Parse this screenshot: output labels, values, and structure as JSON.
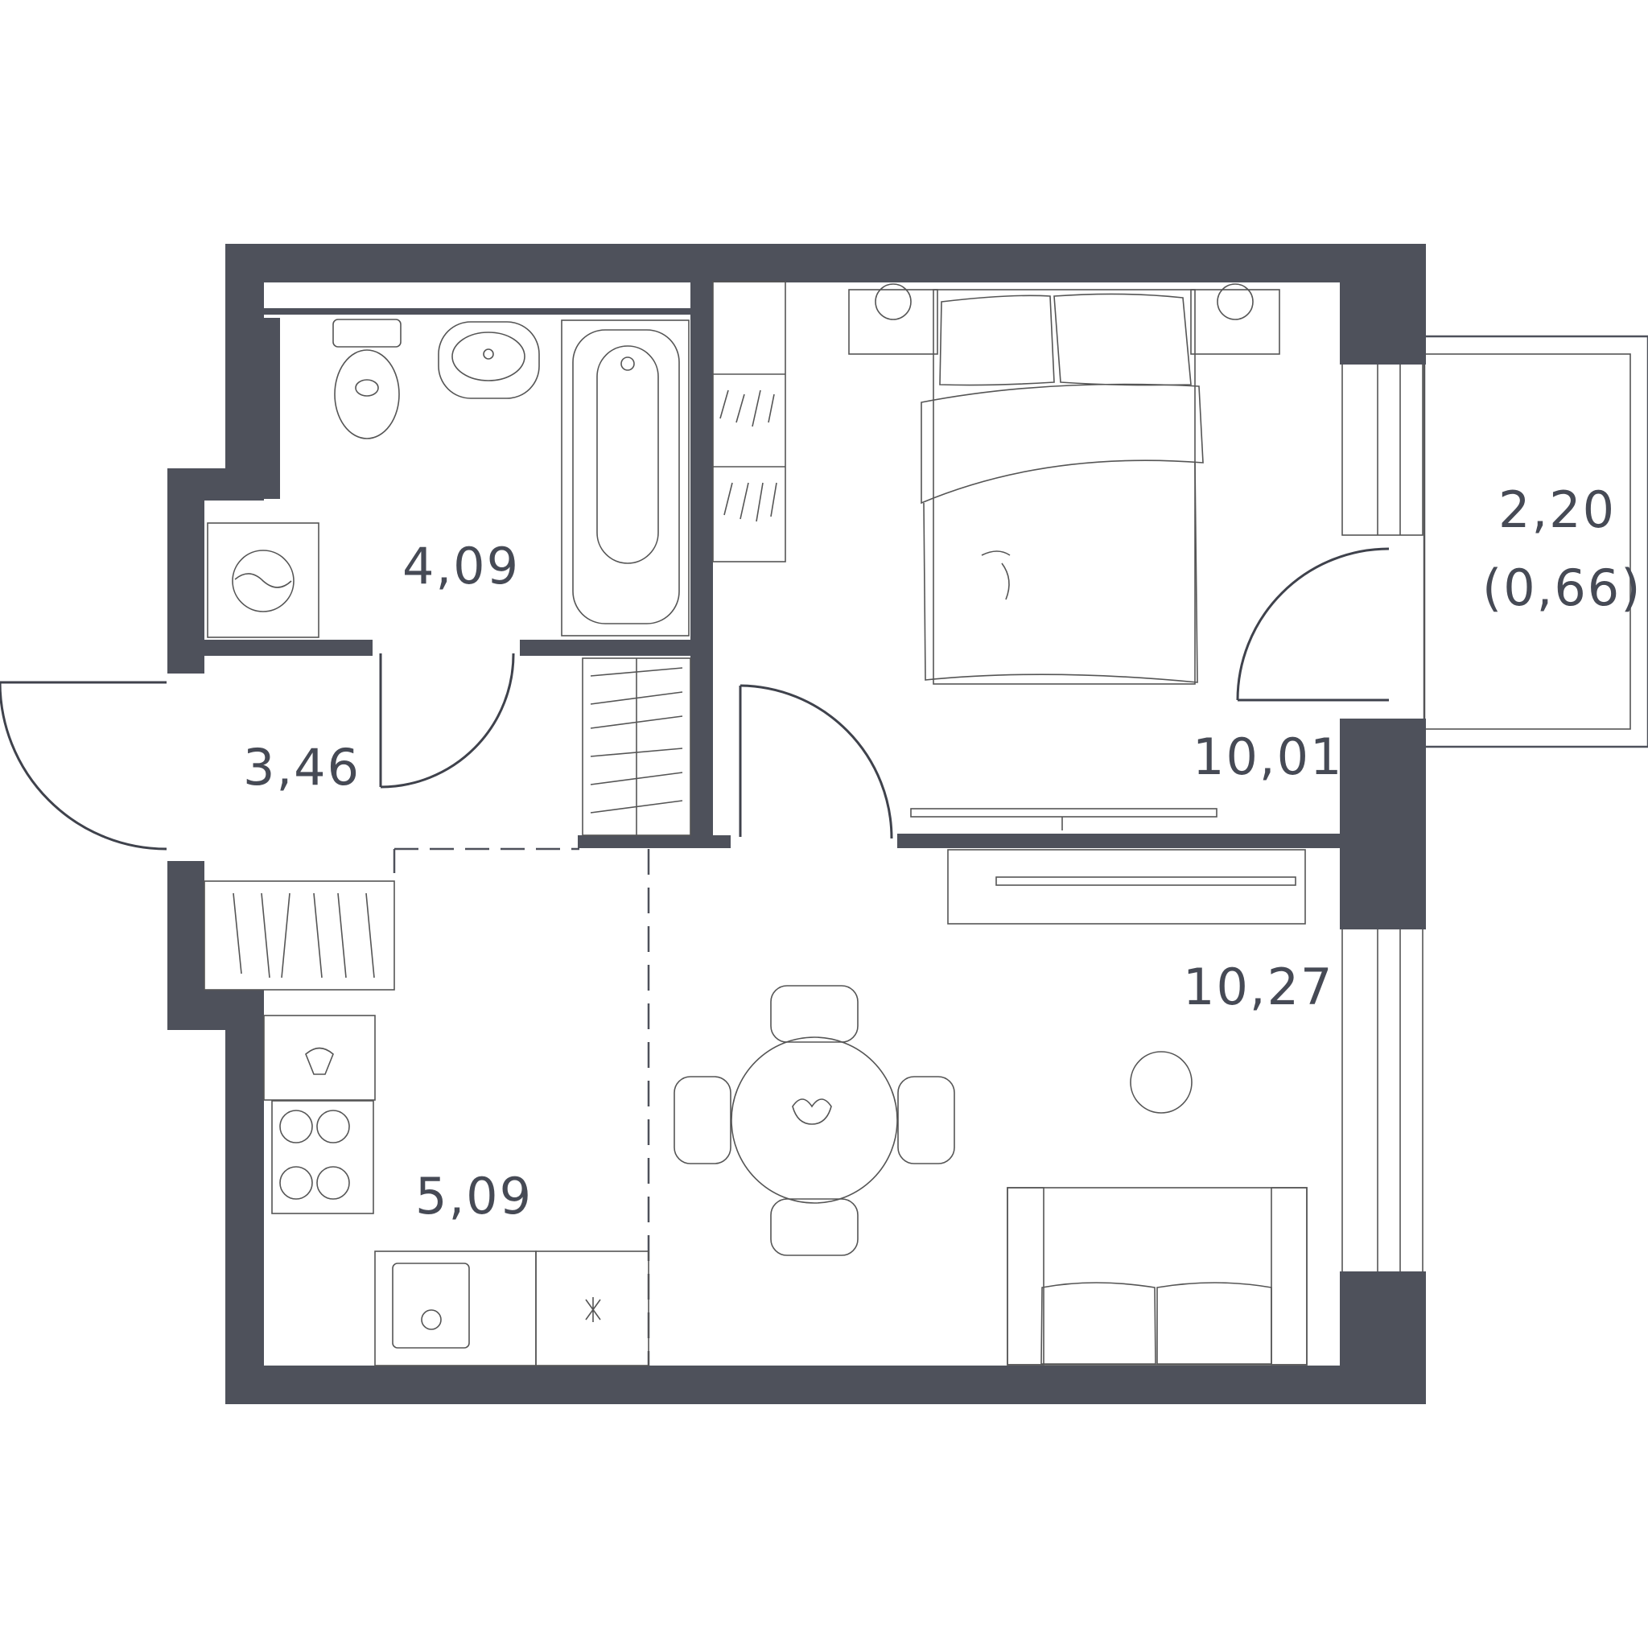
{
  "rooms": {
    "bathroom": {
      "area": "4,09"
    },
    "hallway": {
      "area": "3,46"
    },
    "kitchen": {
      "area": "5,09"
    },
    "bedroom": {
      "area": "10,01"
    },
    "living": {
      "area": "10,27"
    },
    "balcony": {
      "area": "2,20",
      "area_reduced": "(0,66)"
    }
  },
  "colors": {
    "wall": "#4e515b",
    "line": "#555555",
    "text": "#464a55",
    "background": "#ffffff"
  }
}
